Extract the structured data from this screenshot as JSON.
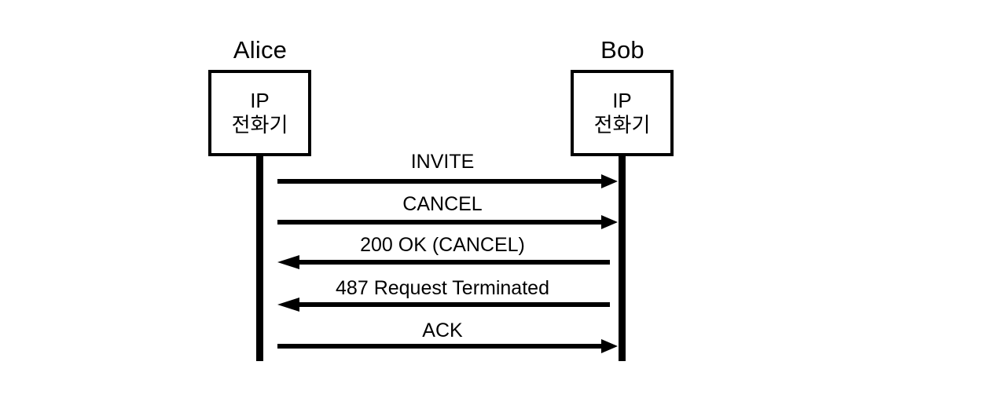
{
  "diagram": {
    "type": "sequence-diagram",
    "background_color": "#ffffff",
    "line_color": "#000000",
    "actors": [
      {
        "id": "alice",
        "title": "Alice",
        "box_lines": [
          "IP",
          "전화기"
        ]
      },
      {
        "id": "bob",
        "title": "Bob",
        "box_lines": [
          "IP",
          "전화기"
        ]
      }
    ],
    "messages": [
      {
        "label": "INVITE",
        "from": "alice",
        "to": "bob",
        "direction": "right"
      },
      {
        "label": "CANCEL",
        "from": "alice",
        "to": "bob",
        "direction": "right"
      },
      {
        "label": "200 OK (CANCEL)",
        "from": "bob",
        "to": "alice",
        "direction": "left"
      },
      {
        "label": "487 Request Terminated",
        "from": "bob",
        "to": "alice",
        "direction": "left"
      },
      {
        "label": "ACK",
        "from": "alice",
        "to": "bob",
        "direction": "right"
      }
    ]
  }
}
